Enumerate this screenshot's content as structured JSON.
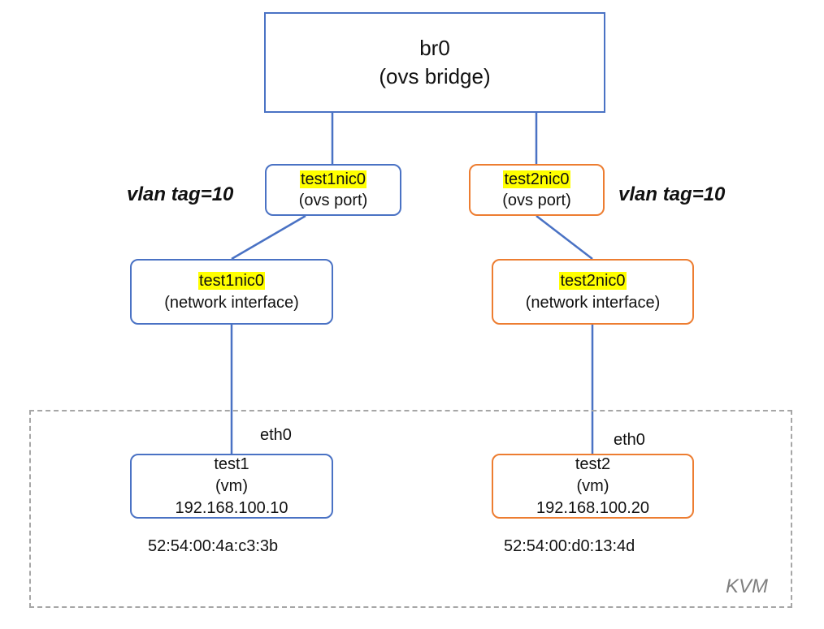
{
  "bridge": {
    "name": "br0",
    "type": "(ovs bridge)"
  },
  "ports": [
    {
      "name": "test1nic0",
      "type": "(ovs port)",
      "vlan": "vlan tag=10"
    },
    {
      "name": "test2nic0",
      "type": "(ovs port)",
      "vlan": "vlan tag=10"
    }
  ],
  "nics": [
    {
      "name": "test1nic0",
      "type": "(network interface)"
    },
    {
      "name": "test2nic0",
      "type": "(network interface)"
    }
  ],
  "vms": [
    {
      "name": "test1",
      "type": "(vm)",
      "ip": "192.168.100.10",
      "iface": "eth0",
      "mac": "52:54:00:4a:c3:3b"
    },
    {
      "name": "test2",
      "type": "(vm)",
      "ip": "192.168.100.20",
      "iface": "eth0",
      "mac": "52:54:00:d0:13:4d"
    }
  ],
  "host": {
    "label": "KVM"
  },
  "colors": {
    "left_branch": "#4a72c4",
    "right_branch": "#ed7d31",
    "highlight": "#ffff00",
    "host_frame": "#a6a6a6",
    "host_label": "#7f7f7f"
  }
}
